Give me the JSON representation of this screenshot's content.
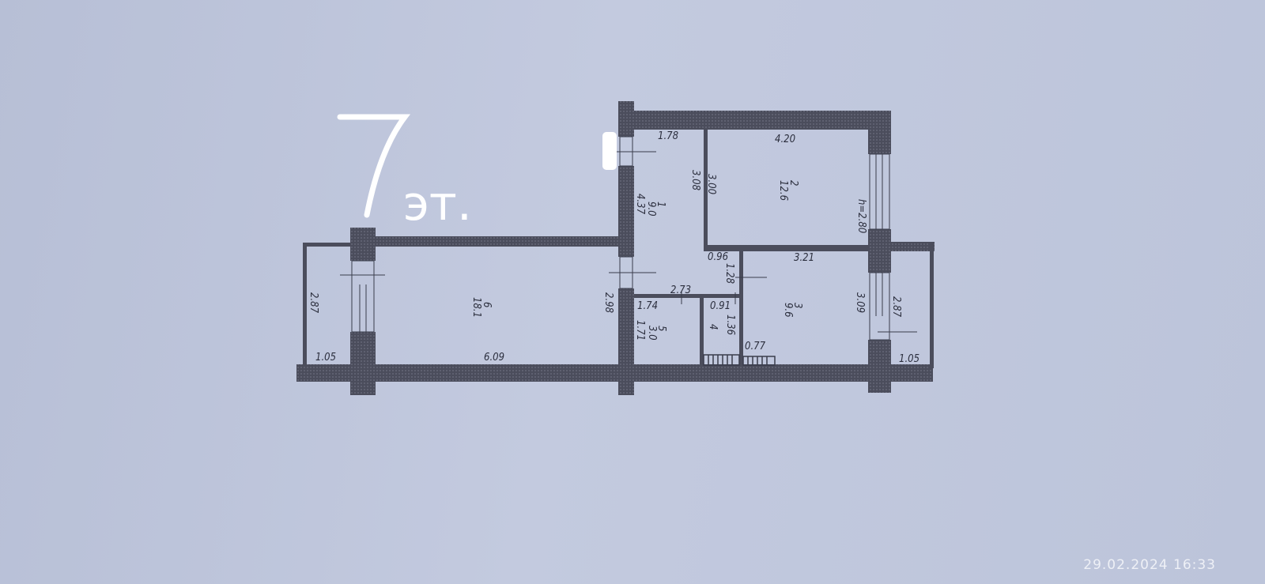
{
  "floor_note": {
    "number": "7",
    "suffix": "эт."
  },
  "rooms": [
    {
      "id": "1",
      "area": "9.0",
      "width": "1.78",
      "length": "4.37"
    },
    {
      "id": "2",
      "area": "12.6",
      "width": "4.20",
      "length": "3.00",
      "height": "h=2.80"
    },
    {
      "id": "3",
      "area": "9.6",
      "width": "3.21",
      "length": "3.09"
    },
    {
      "id": "4",
      "width": "0.91",
      "length": "1.36"
    },
    {
      "id": "5",
      "area": "3.0",
      "width": "1.74",
      "length": "1.71"
    },
    {
      "id": "6",
      "area": "18.1",
      "width": "6.09",
      "length": "2.98"
    }
  ],
  "dimensions": {
    "hall_inner": "3.08",
    "corridor_width": "0.96",
    "corridor_length": "1.28",
    "corridor_bottom": "2.73",
    "duct": "0.77",
    "balcony_left_length": "2.87",
    "balcony_left_width": "1.05",
    "balcony_right_length": "2.87",
    "balcony_right_width": "1.05"
  },
  "timestamp": "29.02.2024 16:33",
  "colors": {
    "wall": "#4b4d5c",
    "paper": "#bfc7dc",
    "ink": "#2b2e3d"
  }
}
